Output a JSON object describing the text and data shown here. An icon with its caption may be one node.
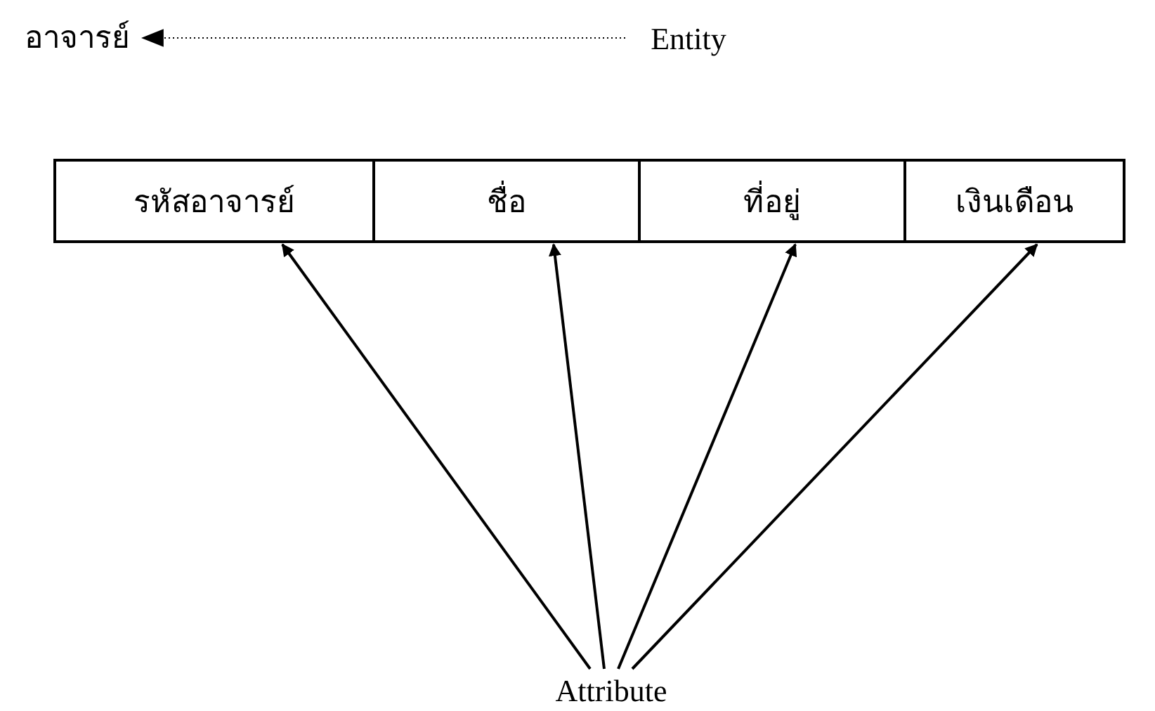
{
  "diagram": {
    "nodes": [
      {
        "text": [
          "อาจารย์"
        ]
      },
      {
        "text": [
          "Entity"
        ]
      },
      {
        "text": [
          "รหัสอาจารย์"
        ]
      },
      {
        "text": [
          "ชื่อ"
        ]
      },
      {
        "text": [
          "ที่อยู่"
        ]
      },
      {
        "text": [
          "เงินเดือน"
        ]
      },
      {
        "text": [
          "Attribute"
        ]
      }
    ],
    "edges": [
      {
        "from": 1,
        "to": 0,
        "arrow": "to",
        "style": "dashed"
      },
      {
        "from": 6,
        "to": 2,
        "arrow": "to"
      },
      {
        "from": 6,
        "to": 3,
        "arrow": "to"
      },
      {
        "from": 6,
        "to": 4,
        "arrow": "to"
      },
      {
        "from": 6,
        "to": 5,
        "arrow": "to"
      }
    ]
  }
}
